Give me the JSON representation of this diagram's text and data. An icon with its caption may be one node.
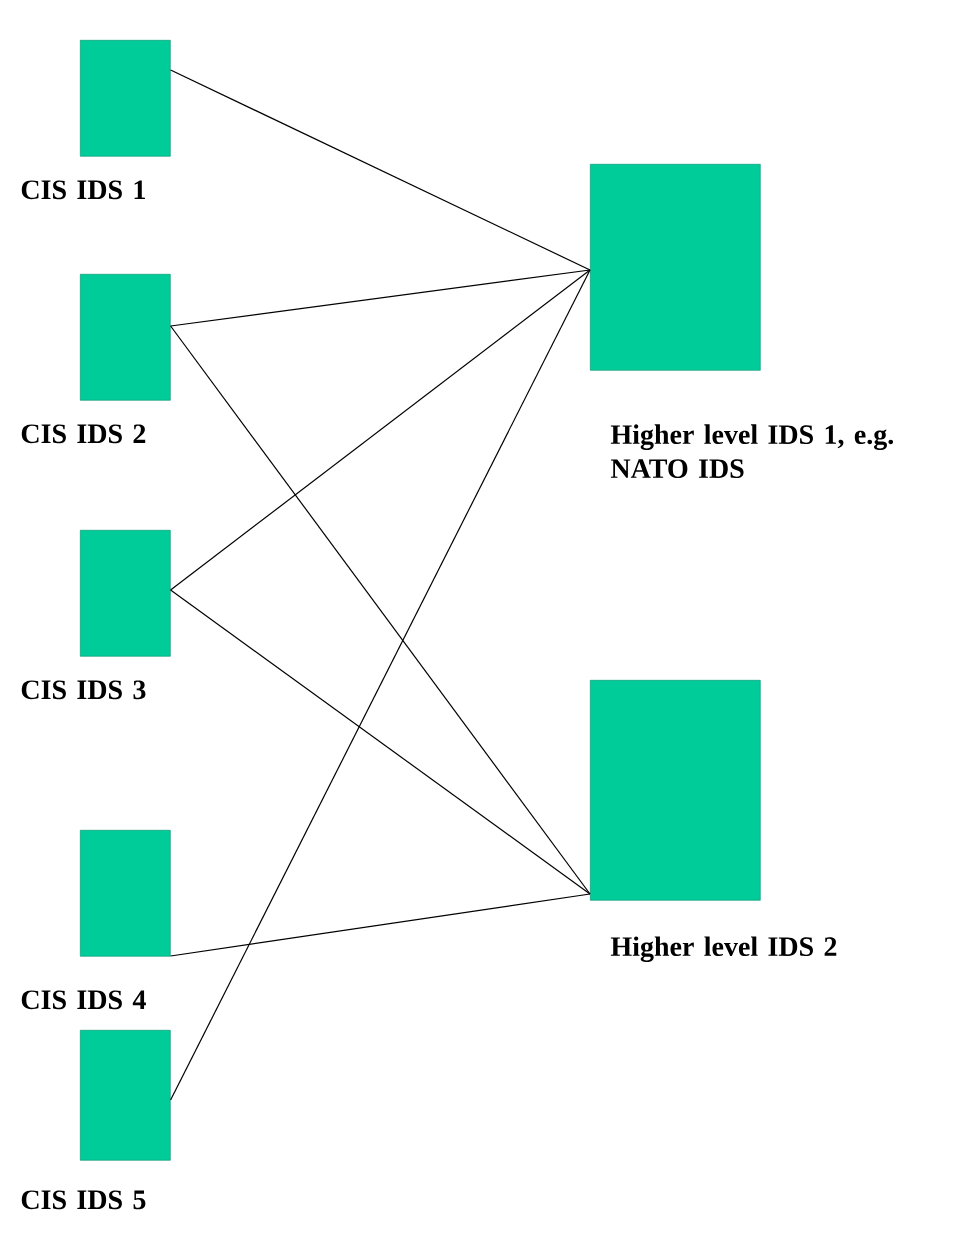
{
  "diagram": {
    "nodes": [
      {
        "text": [
          "CIS IDS 1"
        ]
      },
      {
        "text": [
          "CIS IDS 2"
        ]
      },
      {
        "text": [
          "CIS IDS 3"
        ]
      },
      {
        "text": [
          "CIS IDS 4"
        ]
      },
      {
        "text": [
          "CIS IDS 5"
        ]
      },
      {
        "text": [
          "Higher level IDS 1, e.g. NATO IDS"
        ]
      },
      {
        "text": [
          "Higher level IDS 2"
        ]
      }
    ],
    "edges": [
      {
        "from": 0,
        "to": 5,
        "arrow": "none"
      },
      {
        "from": 1,
        "to": 5,
        "arrow": "none"
      },
      {
        "from": 1,
        "to": 6,
        "arrow": "none"
      },
      {
        "from": 2,
        "to": 5,
        "arrow": "none"
      },
      {
        "from": 2,
        "to": 6,
        "arrow": "none"
      },
      {
        "from": 3,
        "to": 6,
        "arrow": "none"
      },
      {
        "from": 4,
        "to": 5,
        "arrow": "none"
      }
    ]
  }
}
